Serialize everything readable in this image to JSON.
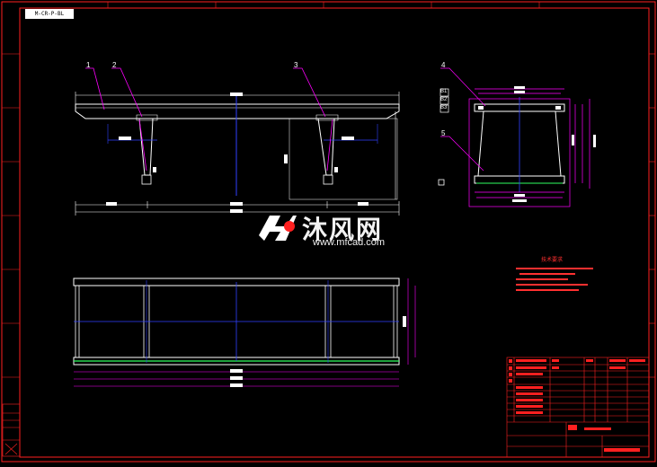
{
  "drawing": {
    "view_label": "M-CR-P-BL",
    "callouts": [
      "1",
      "2",
      "3",
      "4",
      "5"
    ],
    "weld_marks": [
      "B1",
      "B2",
      "B3"
    ],
    "watermark_text": "沐风网",
    "watermark_url": "www.mfcad.com"
  },
  "notes": {
    "title": "技术要求"
  },
  "colors": {
    "frame": "#ff2020",
    "magenta": "#ff00ff",
    "blue": "#3040ff",
    "white": "#ffffff",
    "green": "#30ff60",
    "yellow": "#ffff40"
  }
}
